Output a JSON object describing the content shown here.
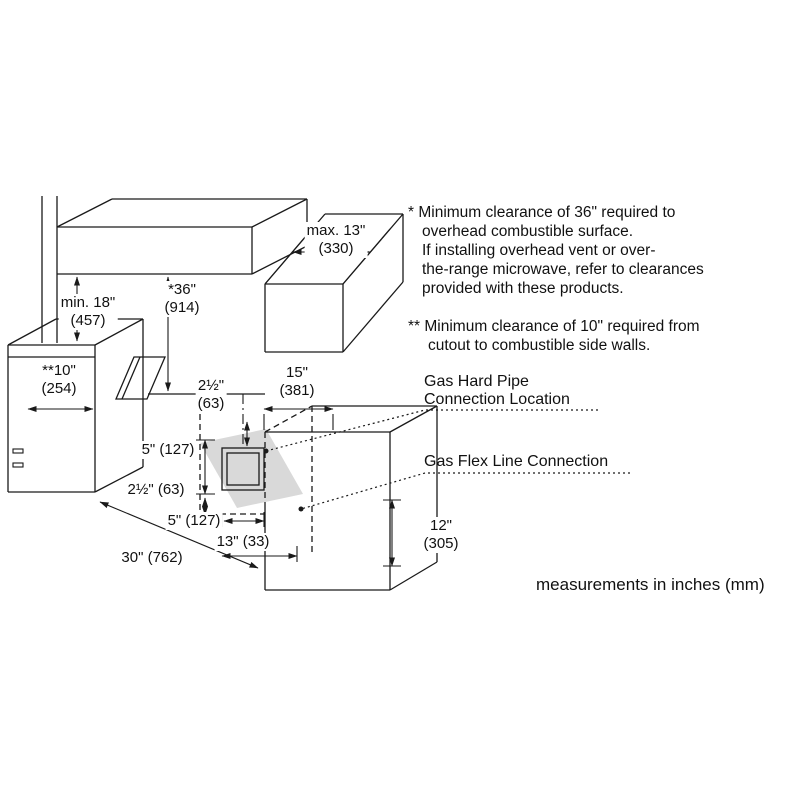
{
  "notes": {
    "note1": {
      "lines": [
        "* Minimum clearance of 36\" required to",
        "overhead combustible surface.",
        "If installing overhead vent or over-",
        "the-range microwave, refer to clearances",
        "provided with these products."
      ]
    },
    "note2": {
      "lines": [
        "** Minimum clearance of 10\" required from",
        "cutout to combustible side walls."
      ]
    }
  },
  "callouts": {
    "gas_hard_pipe": {
      "line1": "Gas Hard Pipe",
      "line2": "Connection Location"
    },
    "gas_flex": {
      "label": "Gas Flex Line Connection"
    }
  },
  "footer": {
    "units_note": "measurements in inches (mm)"
  },
  "dimensions": {
    "max13": {
      "inches": "max. 13\"",
      "mm": "(330)"
    },
    "min18": {
      "inches": "min. 18\"",
      "mm": "(457)"
    },
    "d36": {
      "inches": "*36\"",
      "mm": "(914)"
    },
    "d10": {
      "inches": "**10\"",
      "mm": "(254)"
    },
    "d2half_top": {
      "inches": "2½\"",
      "mm": "(63)"
    },
    "d15": {
      "inches": "15\"",
      "mm": "(381)"
    },
    "d5_left": {
      "label": "5\" (127)"
    },
    "d2half_mid": {
      "label": "2½\" (63)"
    },
    "d5_bottom": {
      "label": "5\" (127)"
    },
    "d13": {
      "label": "13\" (33)"
    },
    "d30": {
      "label": "30\" (762)"
    },
    "d12": {
      "inches": "12\"",
      "mm": "(305)"
    }
  },
  "colors": {
    "line": "#1a1a1a",
    "shading": "#d9d9d9"
  }
}
